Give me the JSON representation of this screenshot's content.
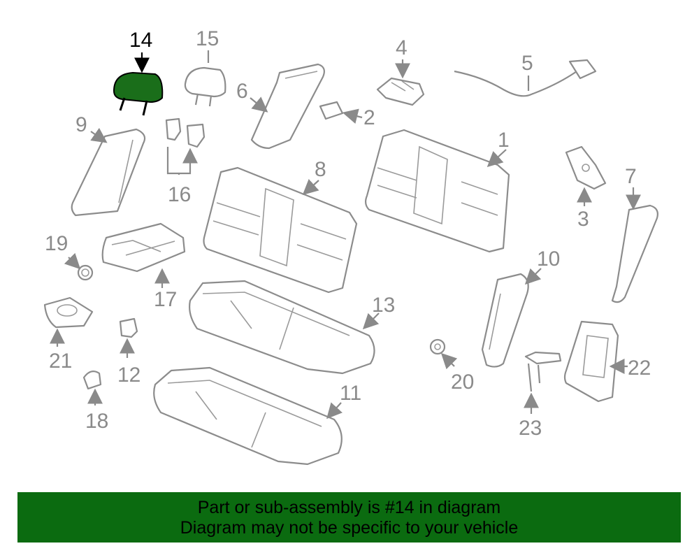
{
  "diagram": {
    "highlighted_part": "14",
    "highlight_color": "#1a6e1a",
    "callouts": [
      "14",
      "15",
      "6",
      "4",
      "5",
      "2",
      "9",
      "16",
      "1",
      "8",
      "3",
      "7",
      "19",
      "17",
      "10",
      "13",
      "21",
      "12",
      "20",
      "22",
      "18",
      "11",
      "23"
    ]
  },
  "banner": {
    "line1": "Part or sub-assembly is #14 in diagram",
    "line2": "Diagram may not be specific to your vehicle",
    "background": "#0b6b10"
  }
}
